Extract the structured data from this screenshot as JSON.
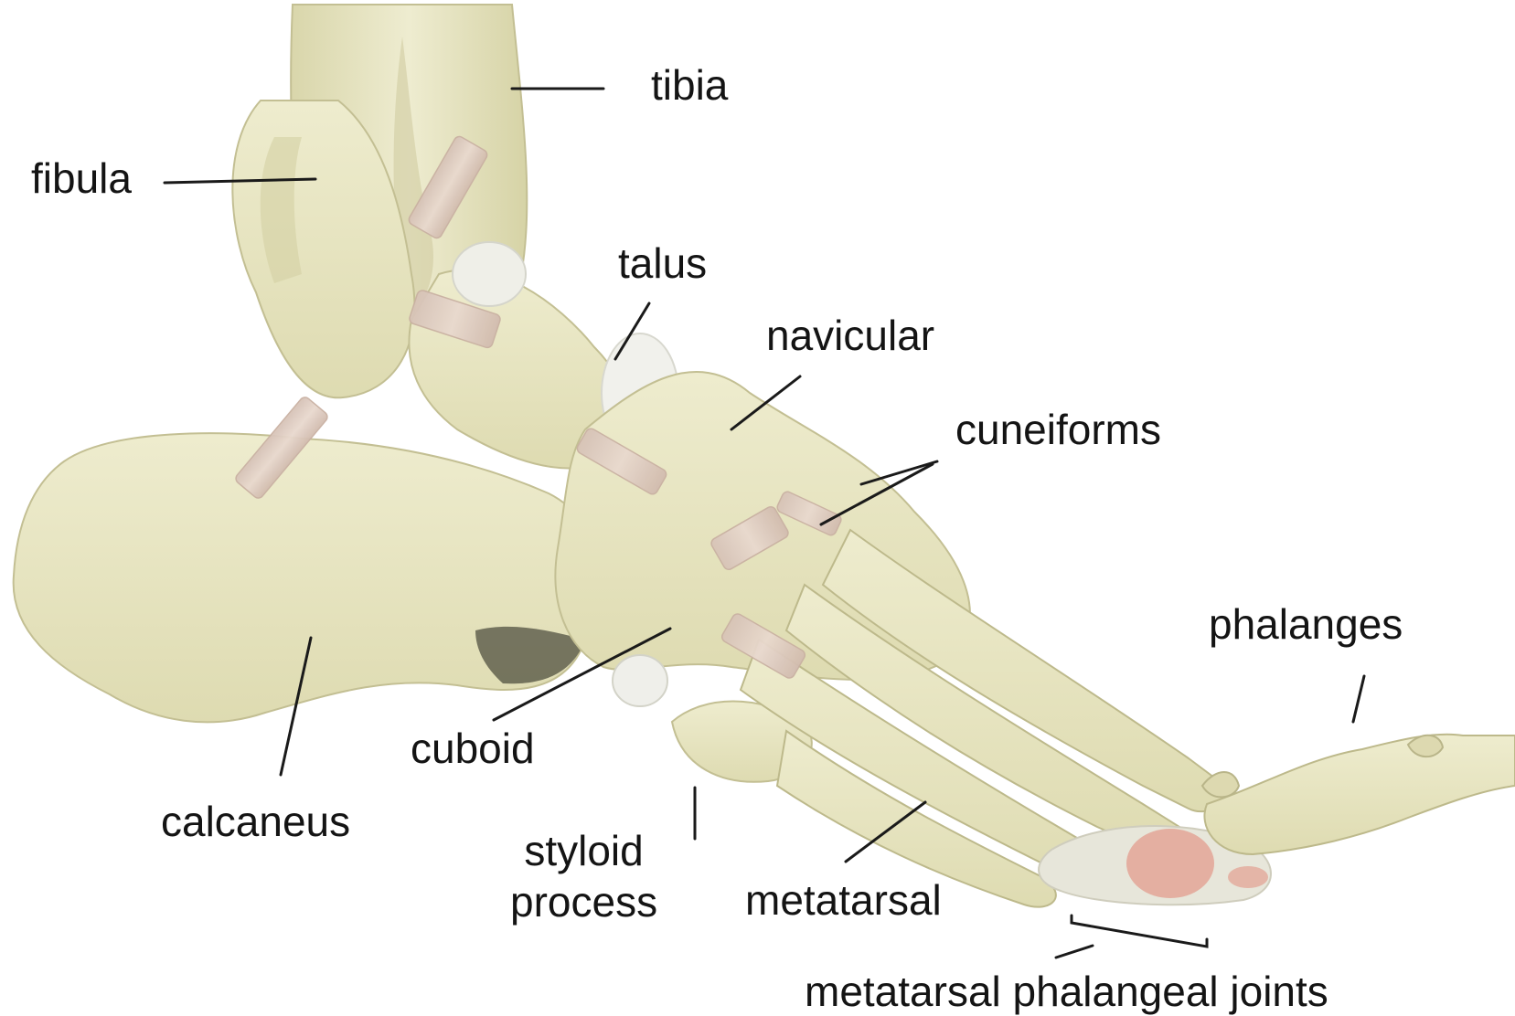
{
  "labels": {
    "tibia": "tibia",
    "fibula": "fibula",
    "talus": "talus",
    "navicular": "navicular",
    "cuneiforms": "cuneiforms",
    "phalanges": "phalanges",
    "cuboid": "cuboid",
    "calcaneus": "calcaneus",
    "styloid_line1": "styloid",
    "styloid_line2": "process",
    "metatarsal": "metatarsal",
    "mtp_joints": "metatarsal phalangeal joints"
  },
  "colors": {
    "bone": "#e9e7c2",
    "bone_shadow": "#c9c69a",
    "ligament": "#ddc9bd",
    "cartilage": "#f1f1ec",
    "joint_pink": "#e3a99a",
    "leader_line": "#1a1a1a",
    "text": "#141414"
  }
}
